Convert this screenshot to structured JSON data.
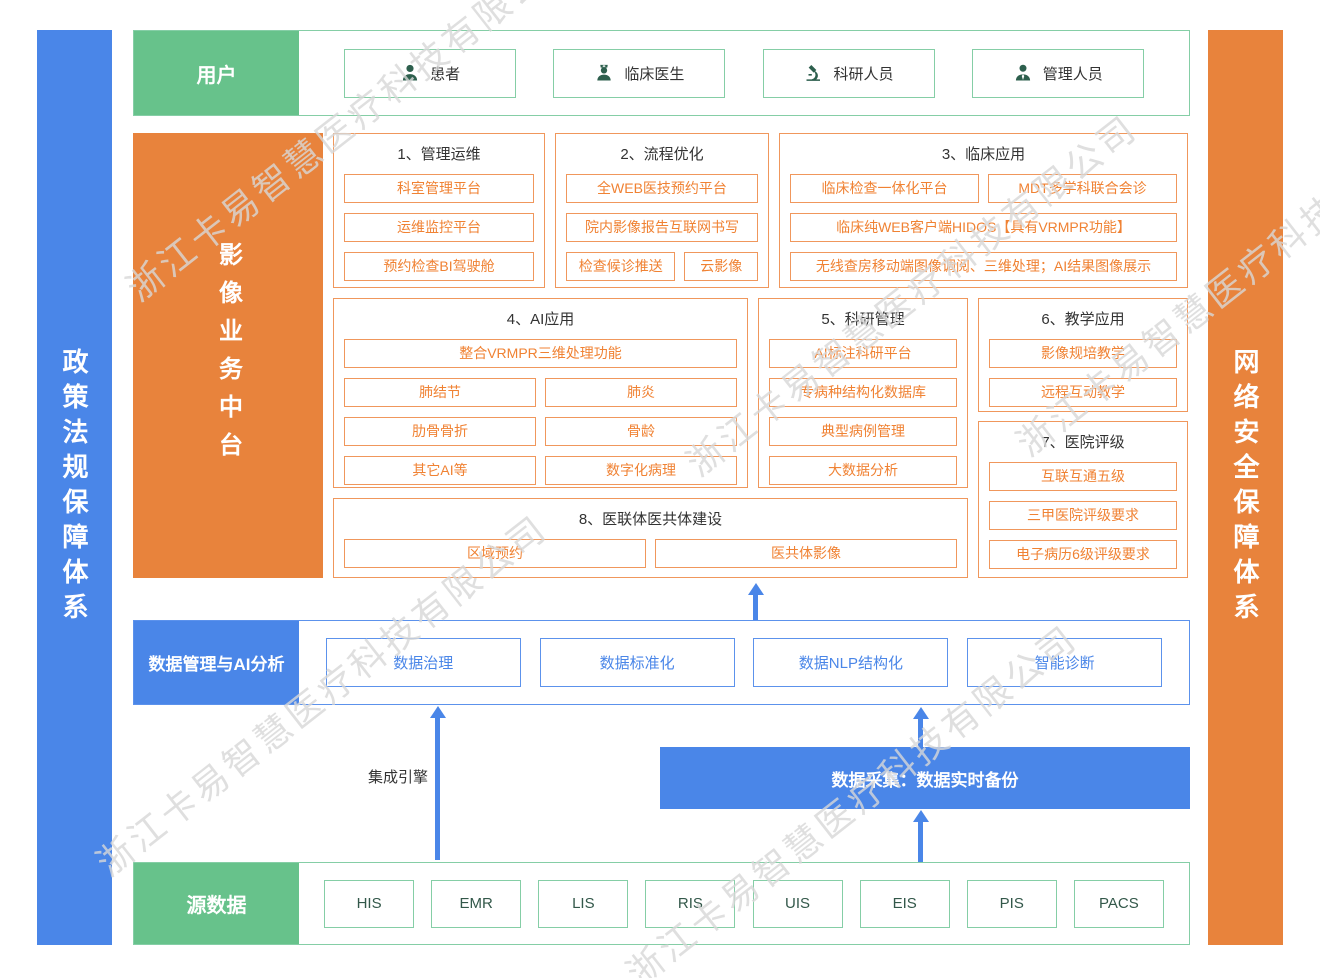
{
  "watermark": "浙江卡易智慧医疗科技有限公司",
  "colors": {
    "green": "#67C28B",
    "orange": "#E8833C",
    "blue": "#4A86E8",
    "orange_border": "#F0975C",
    "green_border": "#85CEA6"
  },
  "left_bar": {
    "label": "政策法规保障体系"
  },
  "right_bar": {
    "label": "网络安全保障体系"
  },
  "user_row": {
    "label": "用户",
    "items": [
      {
        "icon": "patient-icon",
        "label": "患者"
      },
      {
        "icon": "doctor-icon",
        "label": "临床医生"
      },
      {
        "icon": "microscope-icon",
        "label": "科研人员"
      },
      {
        "icon": "manager-icon",
        "label": "管理人员"
      }
    ]
  },
  "imaging_platform": {
    "label": "影像业务中台",
    "sections": {
      "s1": {
        "title": "1、管理运维",
        "items": [
          "科室管理平台",
          "运维监控平台",
          "预约检查BI驾驶舱"
        ]
      },
      "s2": {
        "title": "2、流程优化",
        "items": [
          "全WEB医技预约平台",
          "院内影像报告互联网书写"
        ],
        "row": [
          "检查候诊推送",
          "云影像"
        ]
      },
      "s3": {
        "title": "3、临床应用",
        "row": [
          "临床检查一体化平台",
          "MDT多学科联合会诊"
        ],
        "items": [
          "临床纯WEB客户端HIDOS【具有VRMPR功能】",
          "无线查房移动端图像调阅、三维处理；AI结果图像展示"
        ]
      },
      "s4": {
        "title": "4、AI应用",
        "full": "整合VRMPR三维处理功能",
        "rows": [
          [
            "肺结节",
            "肺炎"
          ],
          [
            "肋骨骨折",
            "骨龄"
          ],
          [
            "其它AI等",
            "数字化病理"
          ]
        ]
      },
      "s5": {
        "title": "5、科研管理",
        "items": [
          "AI标注科研平台",
          "专病种结构化数据库",
          "典型病例管理",
          "大数据分析"
        ]
      },
      "s6": {
        "title": "6、教学应用",
        "items": [
          "影像规培教学",
          "远程互动教学"
        ]
      },
      "s7": {
        "title": "7、医院评级",
        "items": [
          "互联互通五级",
          "三甲医院评级要求",
          "电子病历6级评级要求"
        ]
      },
      "s8": {
        "title": "8、医联体医共体建设",
        "row": [
          "区域预约",
          "医共体影像"
        ]
      }
    }
  },
  "data_mgmt_row": {
    "label": "数据管理与AI分析",
    "items": [
      "数据治理",
      "数据标准化",
      "数据NLP结构化",
      "智能诊断"
    ]
  },
  "integration": {
    "engine_label": "集成引擎",
    "collect_label": "数据采集：数据实时备份"
  },
  "source_row": {
    "label": "源数据",
    "items": [
      "HIS",
      "EMR",
      "LIS",
      "RIS",
      "UIS",
      "EIS",
      "PIS",
      "PACS"
    ]
  }
}
